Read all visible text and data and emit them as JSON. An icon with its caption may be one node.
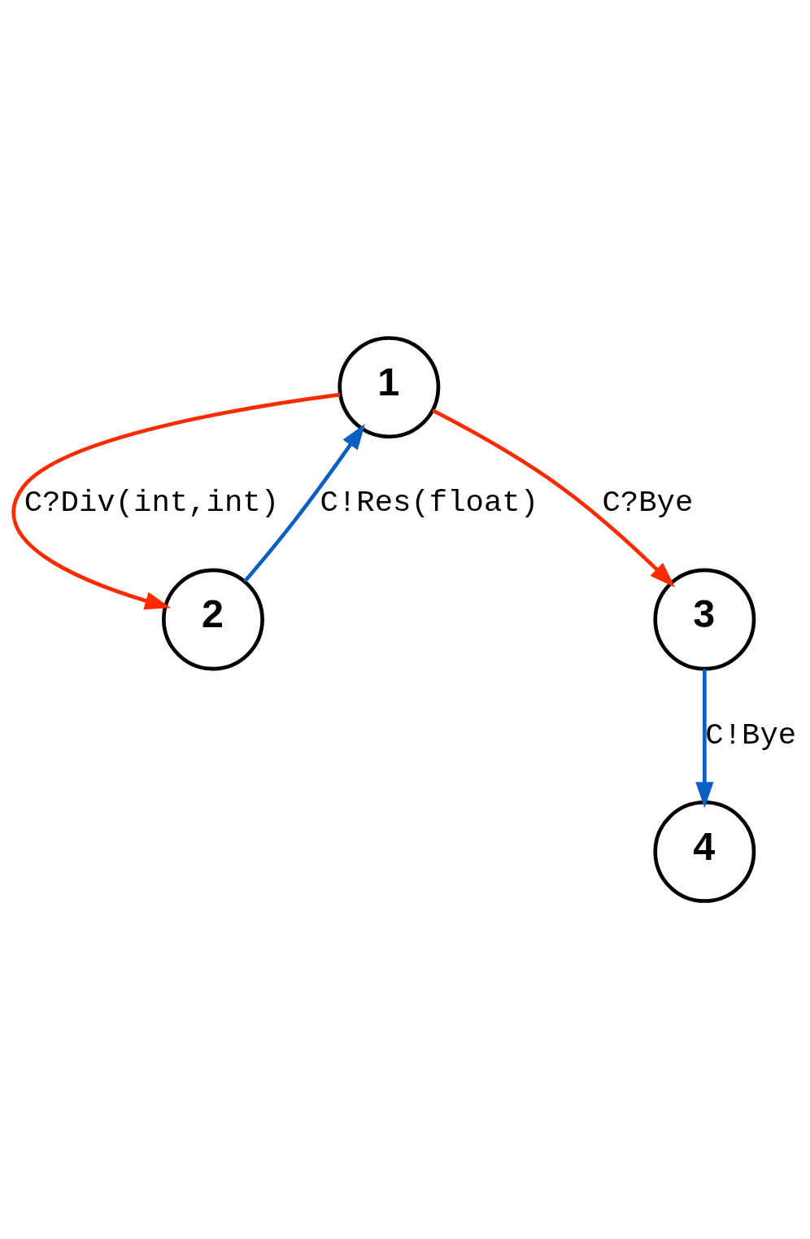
{
  "diagram": {
    "nodes": [
      {
        "text": [
          "1"
        ]
      },
      {
        "text": [
          "2"
        ]
      },
      {
        "text": [
          "3"
        ]
      },
      {
        "text": [
          "4"
        ]
      }
    ],
    "edges": [
      {
        "from": 0,
        "to": 1,
        "arrow": "to",
        "label": "C?Div(int,int)",
        "color": "#ff2a00"
      },
      {
        "from": 1,
        "to": 0,
        "arrow": "to",
        "label": "C!Res(float)",
        "color": "#0a5fc4"
      },
      {
        "from": 0,
        "to": 2,
        "arrow": "to",
        "label": "C?Bye",
        "color": "#ff2a00"
      },
      {
        "from": 2,
        "to": 3,
        "arrow": "to",
        "label": "C!Bye",
        "color": "#0a5fc4"
      }
    ]
  }
}
